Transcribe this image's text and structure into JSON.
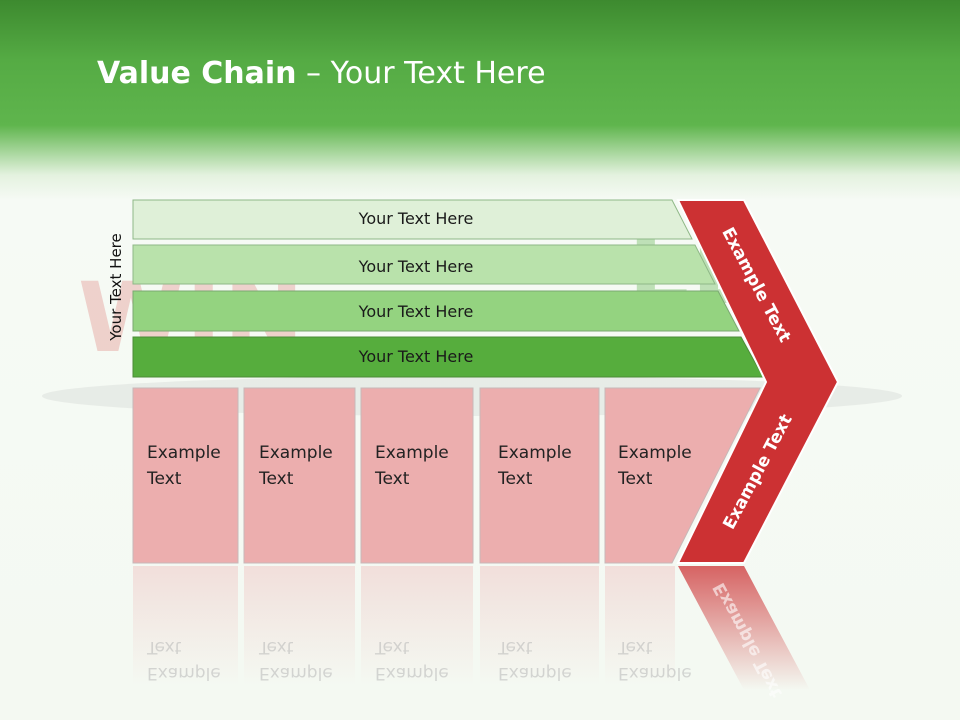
{
  "title": {
    "bold": "Value Chain",
    "rest": " – Your Text Here"
  },
  "vertical_label": "Your Text Here",
  "bars": [
    {
      "label": "Your Text Here",
      "color": "#dff0d8"
    },
    {
      "label": "Your Text Here",
      "color": "#b9e2ab"
    },
    {
      "label": "Your Text Here",
      "color": "#94d380"
    },
    {
      "label": "Your Text Here",
      "color": "#56ad3d"
    }
  ],
  "boxes": [
    {
      "line1": "Example",
      "line2": "Text"
    },
    {
      "line1": "Example",
      "line2": "Text"
    },
    {
      "line1": "Example",
      "line2": "Text"
    },
    {
      "line1": "Example",
      "line2": "Text"
    },
    {
      "line1": "Example",
      "line2": "Text"
    }
  ],
  "arrow": {
    "upper_label": "Example Text",
    "lower_label": "Example Text",
    "color": "#cc3133"
  },
  "colors": {
    "box_fill": "#ecaeae",
    "box_border": "#c7b8b8",
    "header_green": "#55ab44"
  }
}
